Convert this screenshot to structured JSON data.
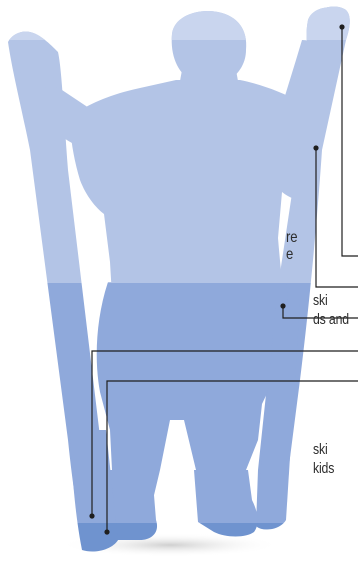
{
  "labels": {
    "line1": "re",
    "line2": "e",
    "line3": "ski",
    "line4": "ds and",
    "line5": "ski",
    "line6": "kids"
  },
  "colors": {
    "silhouette_light": "#b3c4e6",
    "silhouette_mid": "#8fa9db",
    "silhouette_dark": "#6f93cf",
    "helmet_light": "#c9d5ee",
    "leader_line": "#1f1f1f",
    "shadow": "#d6d6d6"
  }
}
